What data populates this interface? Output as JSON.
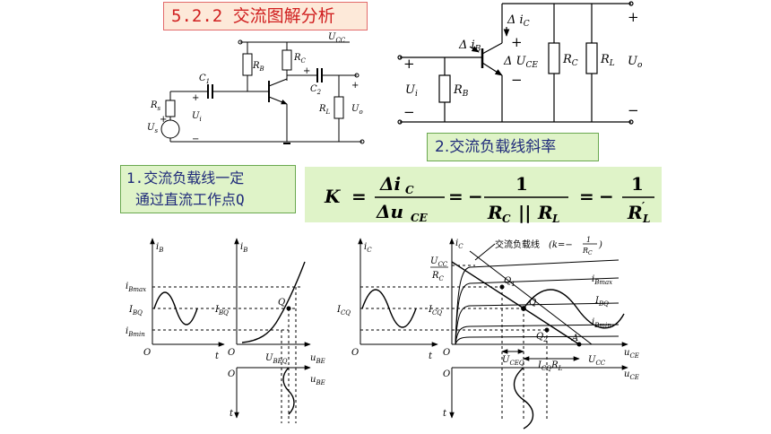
{
  "title": "5.2.2  交流图解分析",
  "slope_label": "2.交流负载线斜率",
  "note": {
    "line1": "1.交流负载线一定",
    "line2": "通过直流工作点Q"
  },
  "formula": {
    "lhs": "K",
    "eq": "=",
    "num1": "Δi",
    "num1_sub": "C",
    "den1": "Δu",
    "den1_sub": "CE",
    "minus": "−",
    "num2": "1",
    "den2": "R",
    "den2_sub1": "C",
    "par": "||",
    "den2_b": "R",
    "den2_sub2": "L",
    "num3": "1",
    "den3": "R",
    "den3_sup": "′",
    "den3_sub": "L"
  },
  "circuit_left": {
    "ucc": "U",
    "ucc_sub": "CC",
    "rb": "R",
    "rb_sub": "B",
    "rc": "R",
    "rc_sub": "C",
    "c1": "C",
    "c1_sub": "1",
    "c2": "C",
    "c2_sub": "2",
    "rs": "R",
    "rs_sub": "s",
    "ui": "U",
    "ui_sub": "i",
    "us": "U",
    "us_sub": "s",
    "rl": "R",
    "rl_sub": "L",
    "uo": "U",
    "uo_sub": "o",
    "plus": "+",
    "minus": "−"
  },
  "circuit_right": {
    "dic": "Δ i",
    "dic_sub": "C",
    "dib": "Δ i",
    "dib_sub": "B",
    "duce": "Δ U",
    "duce_sub": "CE",
    "rb": "R",
    "rb_sub": "B",
    "rc": "R",
    "rc_sub": "C",
    "rl": "R",
    "rl_sub": "L",
    "ui": "U",
    "ui_sub": "i",
    "uo": "U",
    "uo_sub": "o",
    "plus": "+",
    "minus": "−"
  },
  "graph_input": {
    "ib": "i",
    "ib_sub": "B",
    "ibmax": "i",
    "ibmax_sub": "Bmax",
    "ibq": "I",
    "ibq_sub": "BQ",
    "ibmin": "i",
    "ibmin_sub": "Bmin",
    "o": "O",
    "t": "t",
    "q": "Q",
    "ube": "u",
    "ube_sub": "BE",
    "ubeq": "U",
    "ubeq_sub": "BEQ"
  },
  "graph_output": {
    "ic": "i",
    "ic_sub": "C",
    "icq": "I",
    "icq_sub": "CQ",
    "o": "O",
    "t": "t",
    "ucc_rc_num": "U",
    "ucc_rc_num_sub": "CC",
    "ucc_rc_den": "R",
    "ucc_rc_den_sub": "C",
    "load_line_label": "交流负载线",
    "k_eq": "k=−",
    "k_num": "1",
    "k_den": "R",
    "k_den_sub": "C",
    "ibmax": "i",
    "ibmax_sub": "Bmax",
    "ibq": "I",
    "ibq_sub": "BQ",
    "ibmin": "i",
    "ibmin_sub": "Bmin",
    "q": "Q",
    "q1": "Q",
    "q1_sub": "1",
    "q2": "Q",
    "q2_sub": "2",
    "a": "A",
    "uce": "u",
    "uce_sub": "CE",
    "uceq": "U",
    "uceq_sub": "CEQ",
    "icqrl": "I",
    "icqrl_sub": "CQ",
    "icqrl_r": "R",
    "icqrl_r_sub": "L",
    "ucc": "U",
    "ucc_sub": "CC"
  }
}
